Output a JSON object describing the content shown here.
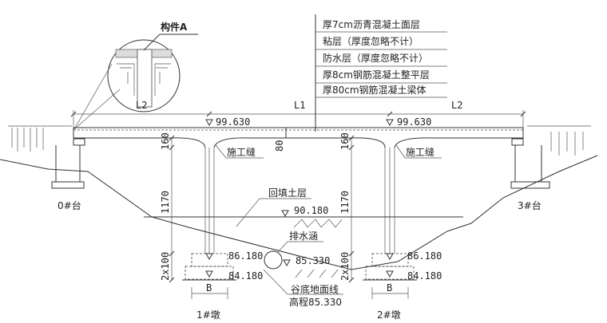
{
  "component_label": "构件A",
  "layers": [
    "厚7cm沥青混凝土面层",
    "粘层（厚度忽略不计）",
    "防水层（厚度忽略不计）",
    "厚8cm钢筋混凝土整平层",
    "厚80cm钢筋混凝土梁体"
  ],
  "spans": {
    "left": "L2",
    "middle": "L1",
    "right": "L2"
  },
  "deck_elevation": "99.630",
  "dims": {
    "haunch": "160",
    "beam": "80",
    "pier_height": "1170",
    "footing": "2x100",
    "footing_width": "B"
  },
  "construction_joint": "施工缝",
  "backfill": "回填土层",
  "backfill_elevation": "90.180",
  "culvert": "排水涵",
  "culvert_elevation": "85.330",
  "pier_top_elevation": "86.180",
  "footing_bottom_elevation": "84.180",
  "valley_line": "谷底地面线",
  "valley_elevation": "高程85.330",
  "supports": {
    "abutment0": "0#台",
    "pier1": "1#墩",
    "pier2": "2#墩",
    "abutment3": "3#台"
  }
}
